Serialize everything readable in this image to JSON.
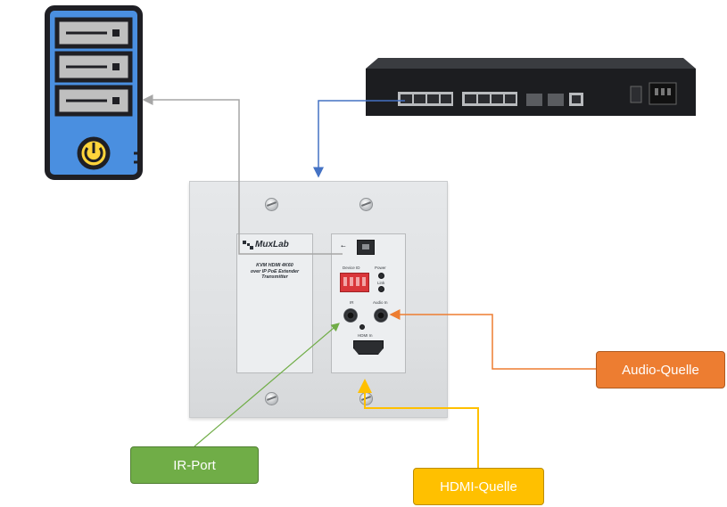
{
  "diagram": {
    "devices": {
      "computer": {
        "icon": "computer-tower-icon"
      },
      "network_switch": {
        "icon": "network-switch-icon"
      },
      "wall_plate": {
        "brand": "MuxLab",
        "product_lines": [
          "KVM HDMI 4K60",
          "over IP PoE Extender",
          "Transmitter"
        ],
        "port_labels": {
          "device_id": "Device ID",
          "power": "Power",
          "link": "Link",
          "ir": "IR",
          "audio_in": "Audio In",
          "hdmi_in": "HDMI In"
        }
      }
    },
    "callouts": {
      "ir_port": "IR-Port",
      "audio_source": "Audio-Quelle",
      "hdmi_source": "HDMI-Quelle"
    },
    "colors": {
      "computer_body": "#4a8fe0",
      "computer_outline": "#1f1f24",
      "usb_link_line": "#a6a6a6",
      "network_link_line": "#4472c4",
      "ir_green": "#70ad47",
      "audio_orange": "#ed7d31",
      "hdmi_yellow": "#ffc000"
    }
  }
}
